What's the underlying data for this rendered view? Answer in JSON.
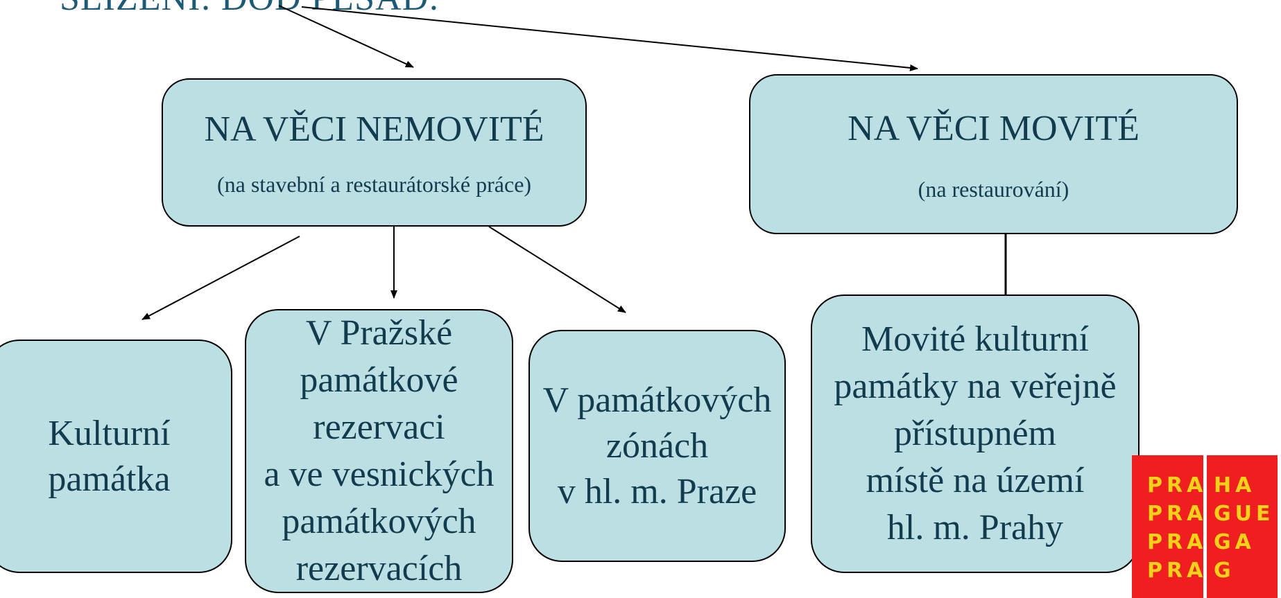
{
  "title": "SLÍŽENÍ: DOD PLSAD:",
  "colors": {
    "box_fill": "#bcdfe4",
    "box_text": "#123c4e",
    "title_text": "#1d5a78",
    "logo_bg": "#f01f1f",
    "logo_text": "#f5d21a"
  },
  "boxes": {
    "nemovite": {
      "title": "NA VĚCI NEMOVITÉ",
      "subtitle": "(na stavební a restaurátorské práce)"
    },
    "movite": {
      "title": "NA VĚCI MOVITÉ",
      "subtitle": "(na restaurování)"
    },
    "kulturni": {
      "text": "Kulturní\npamátka"
    },
    "ppr": {
      "text": "V Pražské\npamátkové\nrezervaci\na ve vesnických\npamátkových\nrezervacích"
    },
    "zony": {
      "text": "V památkových\nzónách\nv hl. m. Praze"
    },
    "movite_pamatky": {
      "text": "Movité kulturní\npamátky na veřejně\npřístupném\nmístě na území\nhl. m. Prahy"
    }
  },
  "logo": {
    "icon": "prague-city-logo",
    "rows": [
      {
        "left": "PRA",
        "right": "HA"
      },
      {
        "left": "PRA",
        "right": "GUE"
      },
      {
        "left": "PRA",
        "right": "GA"
      },
      {
        "left": "PRA",
        "right": "G"
      }
    ]
  }
}
